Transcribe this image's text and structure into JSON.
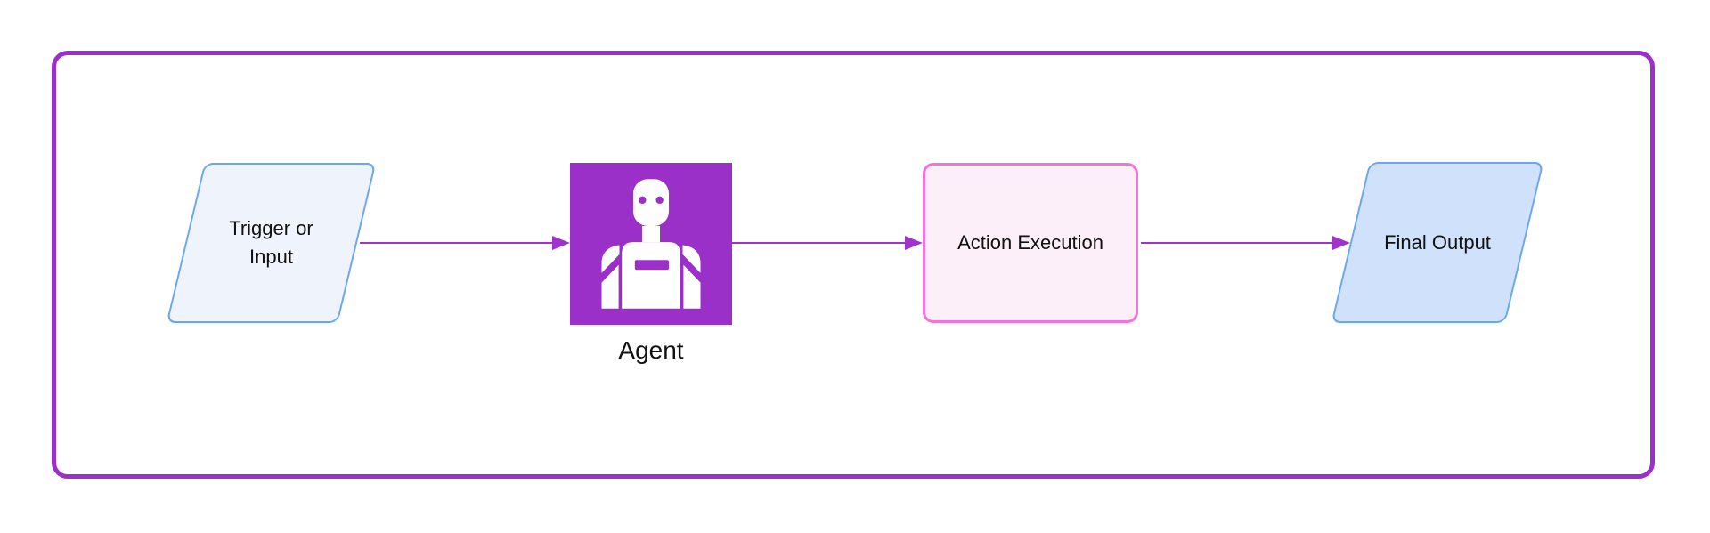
{
  "diagram": {
    "title": "agent-workflow-flowchart",
    "nodes": {
      "trigger": {
        "label": "Trigger or Input",
        "shape": "parallelogram"
      },
      "agent": {
        "label": "Agent",
        "shape": "icon-square",
        "icon": "robot-icon"
      },
      "action": {
        "label": "Action Execution",
        "shape": "rounded-rectangle"
      },
      "output": {
        "label": "Final Output",
        "shape": "parallelogram"
      }
    },
    "edges": [
      {
        "from": "trigger",
        "to": "agent"
      },
      {
        "from": "agent",
        "to": "action"
      },
      {
        "from": "action",
        "to": "output"
      }
    ]
  },
  "colors": {
    "canvas-bg": "#ffffff",
    "frame-purple": "#9b2fc9",
    "node-purple": "#9a30c8",
    "arrow-purple": "#9e34cb",
    "blue-border": "#6ba6f2",
    "trigger-fill": "#eef3fc",
    "output-fill": "#cfe1fb",
    "pink-border": "#f472de",
    "action-fill": "#fdeffa",
    "text": "#111111"
  }
}
